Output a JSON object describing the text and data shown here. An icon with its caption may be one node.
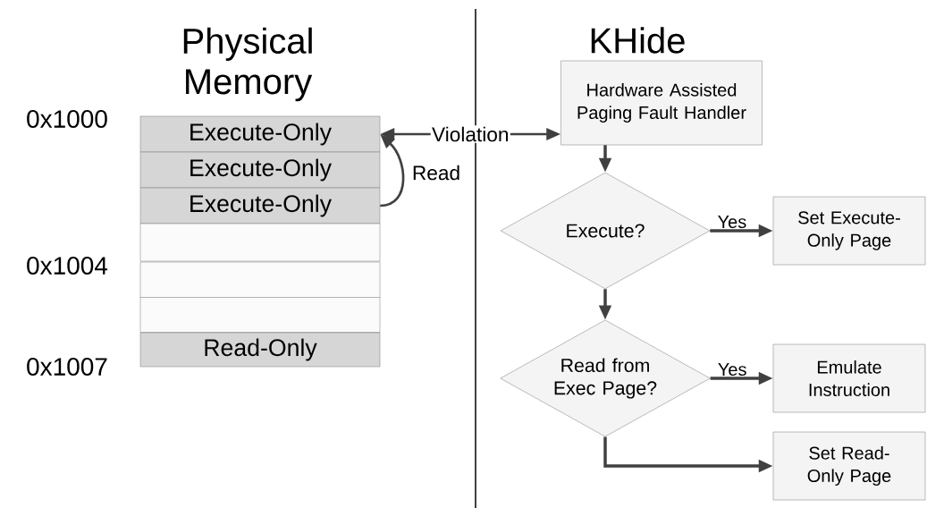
{
  "diagram": {
    "nodes": [
      {
        "text": [
          "Execute-Only"
        ]
      },
      {
        "text": [
          "Execute-Only"
        ]
      },
      {
        "text": [
          "Execute-Only"
        ]
      },
      {
        "text": [],
        "shape": "box"
      },
      {
        "text": [],
        "shape": "box"
      },
      {
        "text": [],
        "shape": "box"
      },
      {
        "text": [
          "Read-Only"
        ]
      },
      {
        "text": [
          "Hardware Assisted Paging Fault Handler"
        ]
      },
      {
        "text": [
          "Execute?"
        ]
      },
      {
        "text": [
          "Set Execute-Only Page"
        ]
      },
      {
        "text": [
          "Read from Exec Page?"
        ]
      },
      {
        "text": [
          "Emulate Instruction"
        ]
      },
      {
        "text": [
          "Set Read-Only Page"
        ]
      }
    ],
    "edges": [
      {
        "from": 0,
        "to": 7,
        "arrow": "both",
        "label": "Violation"
      },
      {
        "from": 2,
        "to": 0,
        "arrow": "to",
        "label": "Read"
      },
      {
        "from": 7,
        "to": 8,
        "arrow": "to"
      },
      {
        "from": 8,
        "to": 9,
        "arrow": "to",
        "label": "Yes"
      },
      {
        "from": 8,
        "to": 10,
        "arrow": "to"
      },
      {
        "from": 10,
        "to": 11,
        "arrow": "to",
        "label": "Yes"
      },
      {
        "from": 10,
        "to": 12,
        "arrow": "to"
      }
    ],
    "labels": [
      "Physical Memory",
      "KHide",
      "0x1000",
      "0x1004",
      "0x1007"
    ]
  }
}
